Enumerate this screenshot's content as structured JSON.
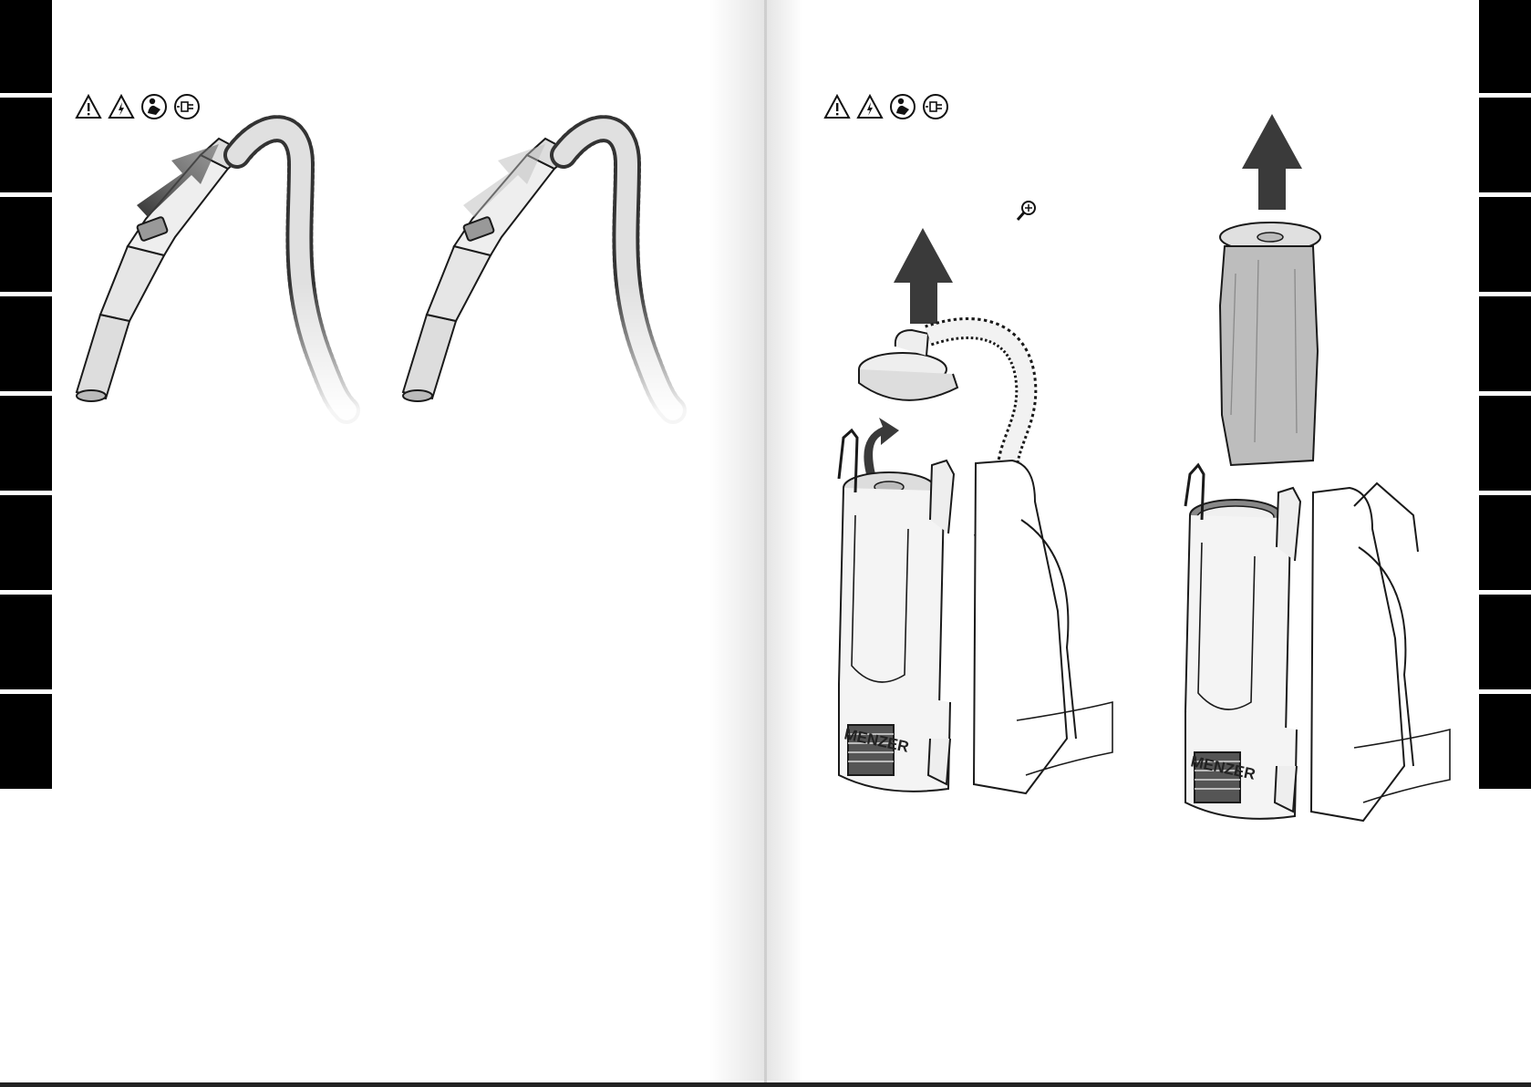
{
  "document": {
    "left_page": {
      "safety_icons": [
        "warning-triangle-icon",
        "electric-hazard-icon",
        "read-manual-icon",
        "unplug-icon"
      ],
      "figures": [
        {
          "name": "hose-insert-figure",
          "brand_text": ""
        },
        {
          "name": "hose-inserted-figure",
          "brand_text": ""
        }
      ]
    },
    "right_page": {
      "safety_icons": [
        "warning-triangle-icon",
        "electric-hazard-icon",
        "read-manual-icon",
        "unplug-icon"
      ],
      "zoom_icon": "magnifier-icon",
      "figures": [
        {
          "name": "remove-lid-figure",
          "brand_text": "MENZER"
        },
        {
          "name": "remove-filter-bag-figure",
          "brand_text": "MENZER"
        }
      ]
    },
    "colors": {
      "tab": "#000000",
      "arrow": "#3a3a3a",
      "bag": "#bdbdbd",
      "outline": "#1a1a1a"
    }
  }
}
